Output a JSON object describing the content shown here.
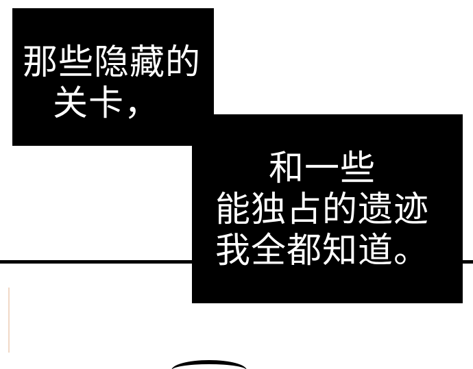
{
  "bubbles": {
    "first": {
      "lines": [
        "那些隐藏的",
        "关卡，"
      ]
    },
    "second": {
      "lines": [
        "和一些",
        "能独占的遗迹",
        "我全都知道。"
      ]
    }
  },
  "colors": {
    "background": "#ffffff",
    "bubble_fill": "#000000",
    "bubble_text": "#ffffff",
    "divider": "#000000"
  }
}
